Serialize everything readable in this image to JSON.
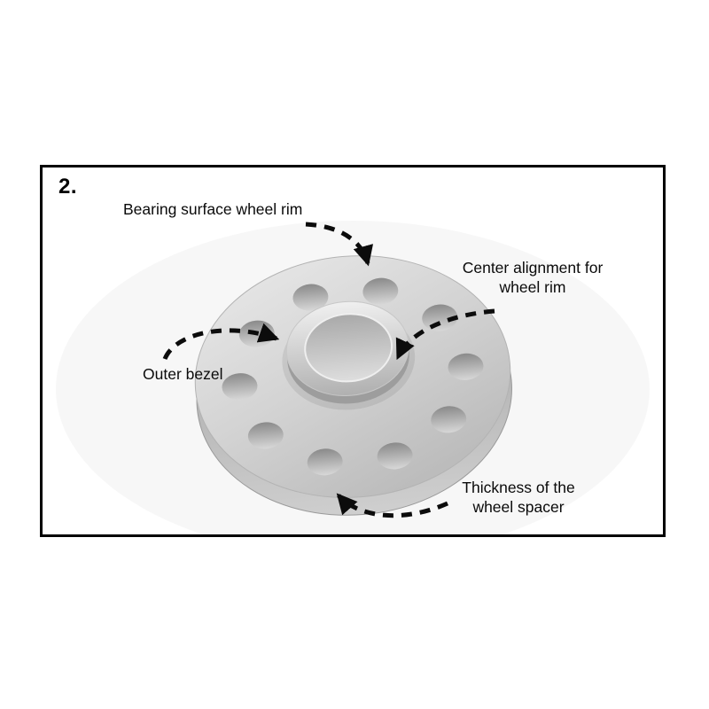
{
  "diagram": {
    "step_number": "2.",
    "labels": {
      "bearing_surface": "Bearing surface wheel rim",
      "center_alignment": "Center alignment for wheel rim",
      "outer_bezel": "Outer bezel",
      "thickness": "Thickness of the wheel spacer"
    },
    "colors": {
      "frame_border": "#000000",
      "background": "#ffffff",
      "text": "#0a0a0a",
      "arrow": "#0c0c0c",
      "spacer_light": "#e9e9e9",
      "spacer_mid": "#c9c9c9",
      "spacer_dark": "#8a8a8a"
    }
  }
}
